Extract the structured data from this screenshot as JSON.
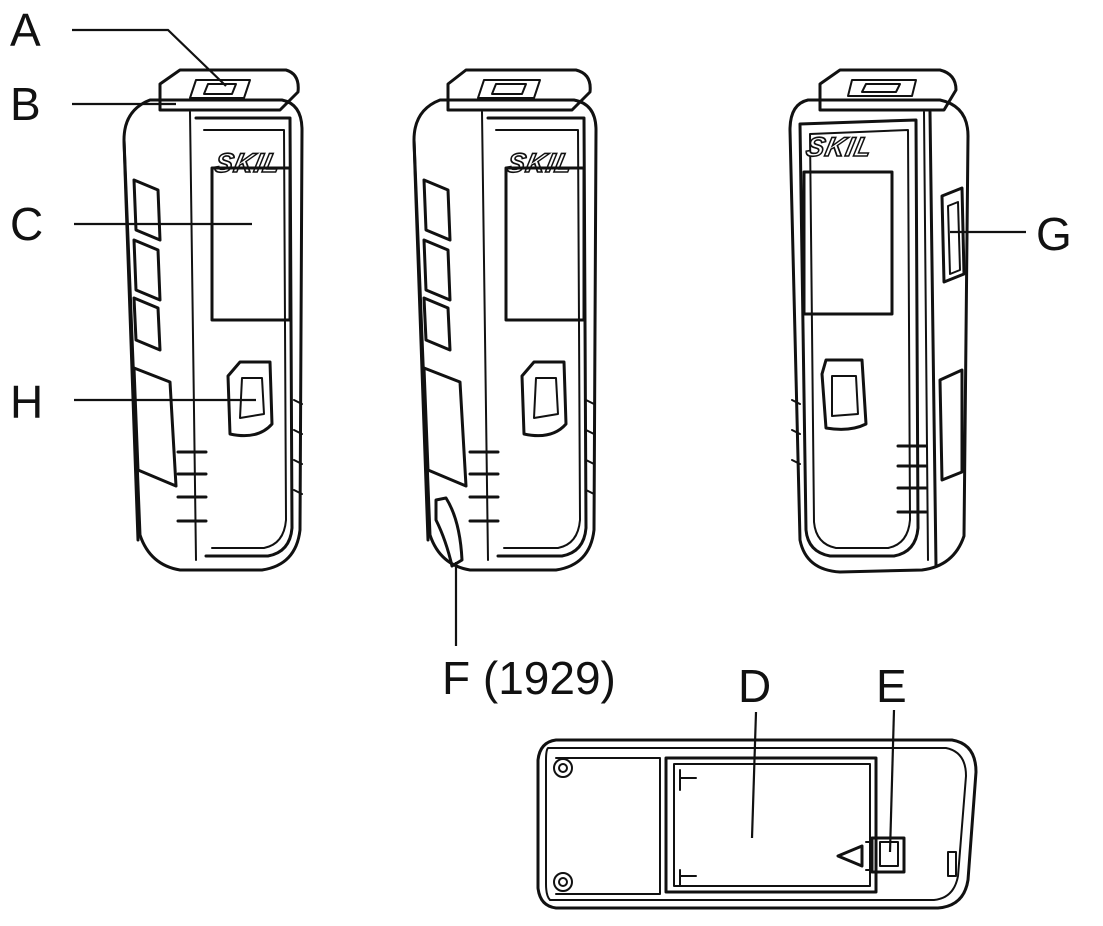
{
  "brand": "SKIL",
  "callouts": {
    "a": "A",
    "b": "B",
    "c": "C",
    "d": "D",
    "e": "E",
    "f": "F (1929)",
    "g": "G",
    "h": "H"
  }
}
